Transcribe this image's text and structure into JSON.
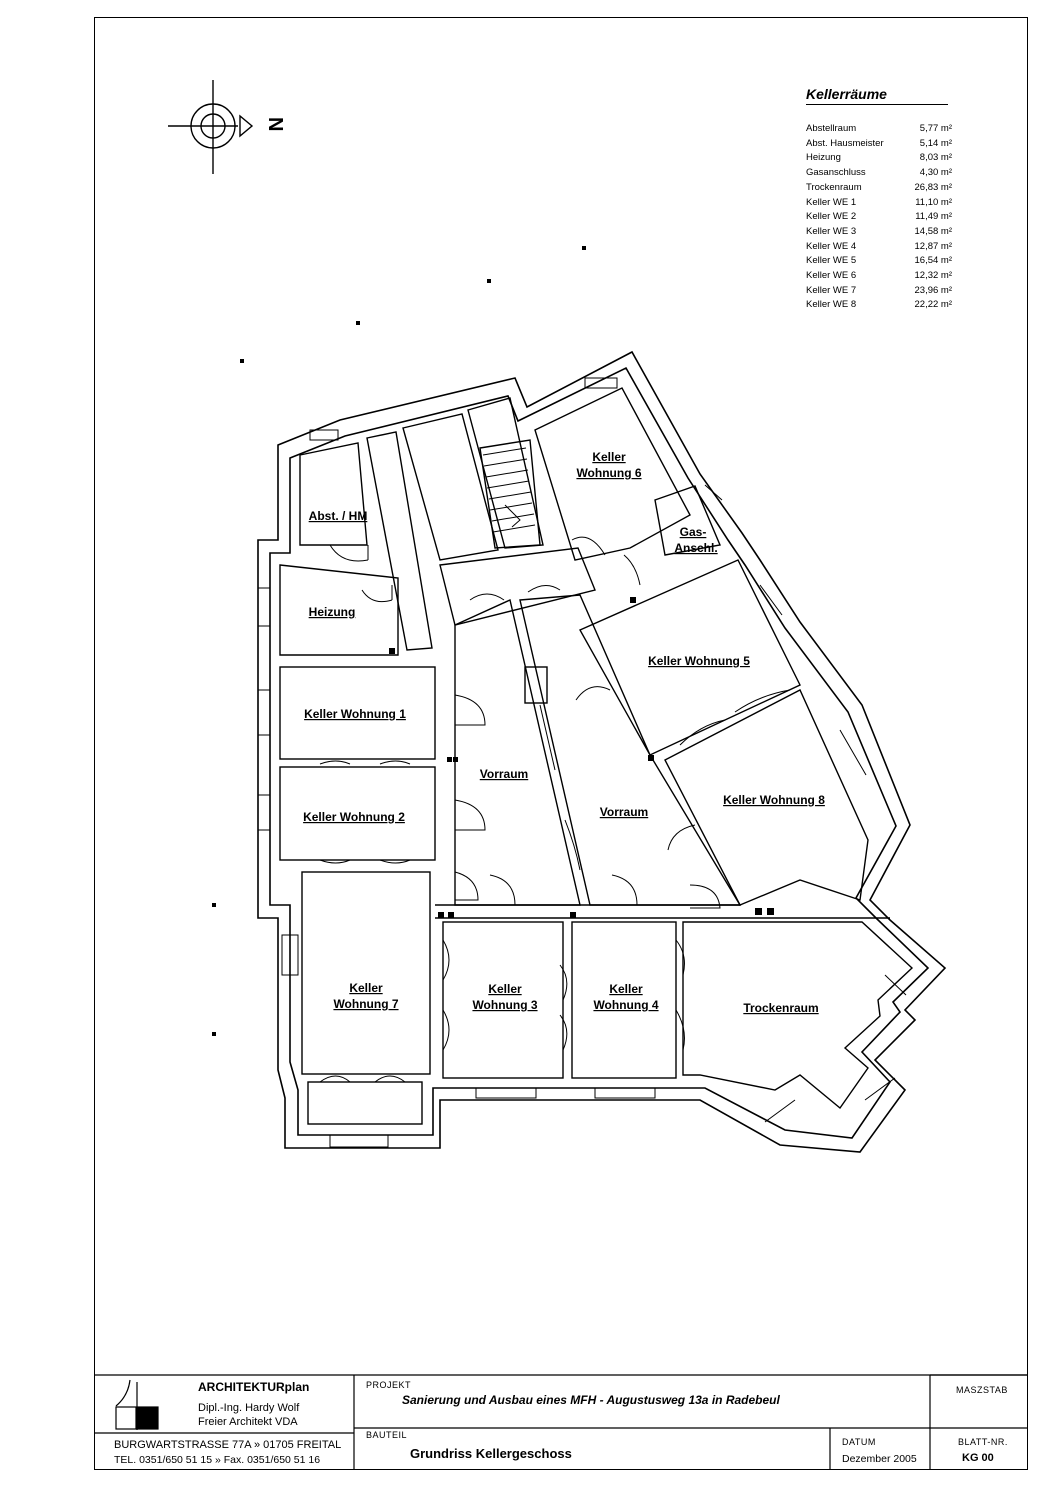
{
  "north_label": "N",
  "legend": {
    "title": "Kellerräume",
    "rows": [
      {
        "name": "Abstellraum",
        "area": "5,77 m²"
      },
      {
        "name": "Abst. Hausmeister",
        "area": "5,14 m²"
      },
      {
        "name": "Heizung",
        "area": "8,03 m²"
      },
      {
        "name": "Gasanschluss",
        "area": "4,30 m²"
      },
      {
        "name": "Trockenraum",
        "area": "26,83 m²"
      },
      {
        "name": "Keller WE 1",
        "area": "11,10 m²"
      },
      {
        "name": "Keller WE 2",
        "area": "11,49 m²"
      },
      {
        "name": "Keller WE 3",
        "area": "14,58 m²"
      },
      {
        "name": "Keller WE 4",
        "area": "12,87 m²"
      },
      {
        "name": "Keller WE 5",
        "area": "16,54 m²"
      },
      {
        "name": "Keller WE 6",
        "area": "12,32 m²"
      },
      {
        "name": "Keller WE 7",
        "area": "23,96 m²"
      },
      {
        "name": "Keller WE 8",
        "area": "22,22 m²"
      }
    ]
  },
  "rooms": {
    "abst_hm": "Abst. / HM",
    "heizung": "Heizung",
    "keller6_line1": "Keller",
    "keller6_line2": "Wohnung 6",
    "gas_line1": "Gas-",
    "gas_line2": "Anschl.",
    "keller5": "Keller Wohnung 5",
    "keller1": "Keller Wohnung 1",
    "keller2": "Keller Wohnung 2",
    "vorraum_left": "Vorraum",
    "vorraum_right": "Vorraum",
    "keller8": "Keller Wohnung 8",
    "keller7_line1": "Keller",
    "keller7_line2": "Wohnung 7",
    "keller3_line1": "Keller",
    "keller3_line2": "Wohnung 3",
    "keller4_line1": "Keller",
    "keller4_line2": "Wohnung 4",
    "trockenraum": "Trockenraum"
  },
  "title_block": {
    "company": "ARCHITEKTURplan",
    "architect": "Dipl.-Ing. Hardy Wolf",
    "title": "Freier Architekt VDA",
    "address": "BURGWARTSTRASSE 77A » 01705 FREITAL",
    "phone": "TEL. 0351/650 51 15 » Fax. 0351/650 51 16",
    "projekt_label": "PROJEKT",
    "projekt": "Sanierung und Ausbau eines MFH - Augustusweg 13a in Radebeul",
    "bauteil_label": "BAUTEIL",
    "bauteil": "Grundriss Kellergeschoss",
    "massstab_label": "MASZSTAB",
    "datum_label": "DATUM",
    "datum": "Dezember 2005",
    "blatt_label": "BLATT-NR.",
    "blatt": "KG 00"
  }
}
